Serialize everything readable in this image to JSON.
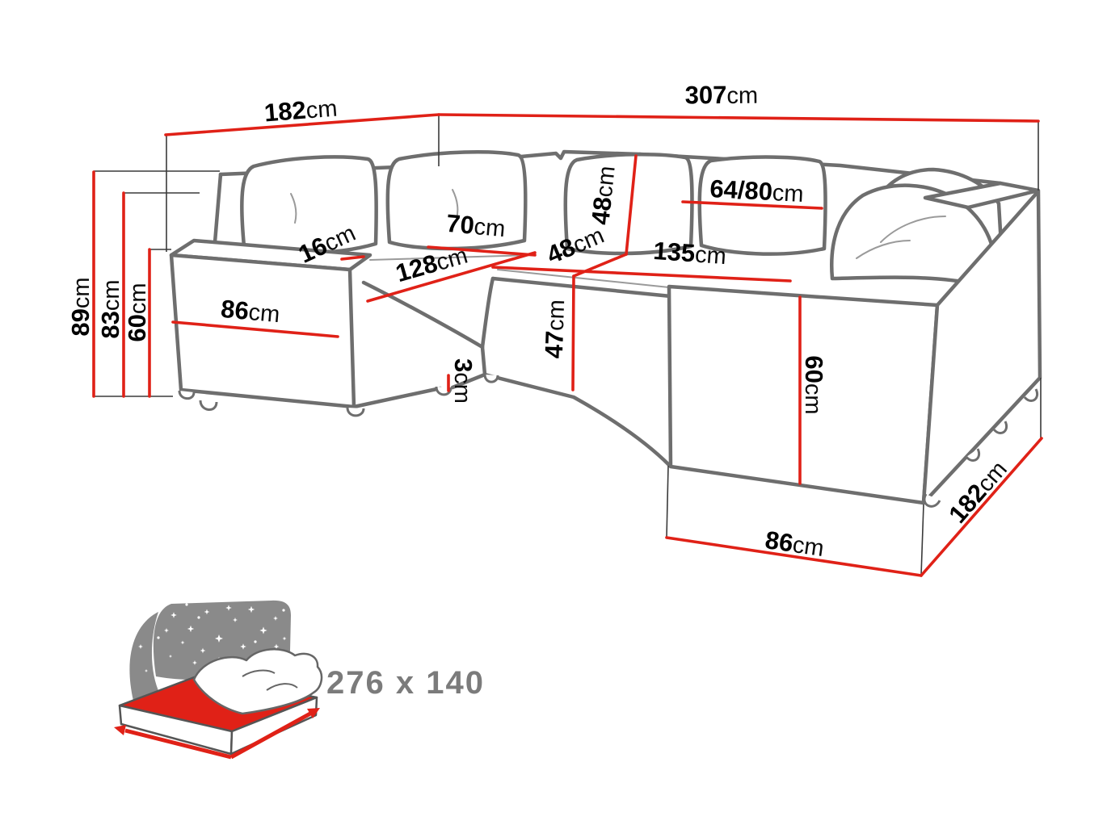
{
  "title": "Corner sofa bed dimension diagram",
  "colors": {
    "dimension_line": "#e02117",
    "sofa_outline": "#6e6e6e",
    "extension_line": "#3a3a3a",
    "label_text": "#000000",
    "inset_panel_gray": "#8a8a8a",
    "inset_text_gray": "#7b7b7b",
    "mattress_red": "#e02117",
    "background": "#ffffff"
  },
  "dimensions": {
    "width_left_top": {
      "value": "182",
      "unit": "cm"
    },
    "width_right_top": {
      "value": "307",
      "unit": "cm"
    },
    "height_total": {
      "value": "89",
      "unit": "cm"
    },
    "height_backrest": {
      "value": "83",
      "unit": "cm"
    },
    "height_arm_left": {
      "value": "60",
      "unit": "cm"
    },
    "armrest_thickness": {
      "value": "16",
      "unit": "cm"
    },
    "seat_cushion_width": {
      "value": "70",
      "unit": "cm"
    },
    "seat_width_left": {
      "value": "128",
      "unit": "cm"
    },
    "arm_side_left": {
      "value": "86",
      "unit": "cm"
    },
    "backrest_cushion_height": {
      "value": "48",
      "unit": "cm"
    },
    "corner_seat_depth": {
      "value": "48",
      "unit": "cm"
    },
    "seat_height": {
      "value": "47",
      "unit": "cm"
    },
    "leg_height": {
      "value": "3",
      "unit": "cm"
    },
    "seat_width_right": {
      "value": "135",
      "unit": "cm"
    },
    "back_cushion_width": {
      "value": "64/80",
      "unit": "cm"
    },
    "arm_height_right": {
      "value": "60",
      "unit": "cm"
    },
    "arm_width_bottom": {
      "value": "86",
      "unit": "cm"
    },
    "depth_right_side": {
      "value": "182",
      "unit": "cm"
    }
  },
  "inset": {
    "sleeping_area": "276 x 140"
  }
}
